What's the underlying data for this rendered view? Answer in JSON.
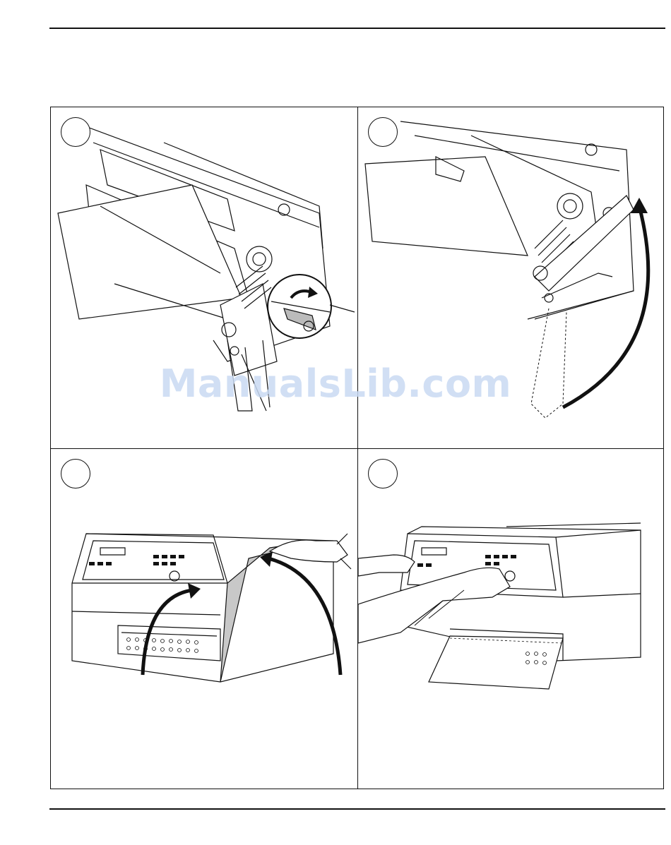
{
  "watermark": {
    "text": "ManualsLib.com",
    "color": "#c9daf3"
  },
  "panels": [
    {
      "step_icon": "empty-circle",
      "illustration": "printhead-lift-lever-detail"
    },
    {
      "step_icon": "empty-circle",
      "illustration": "printhead-arm-rotate"
    },
    {
      "step_icon": "empty-circle",
      "illustration": "close-printer-cover"
    },
    {
      "step_icon": "empty-circle",
      "illustration": "press-feed-key"
    }
  ]
}
